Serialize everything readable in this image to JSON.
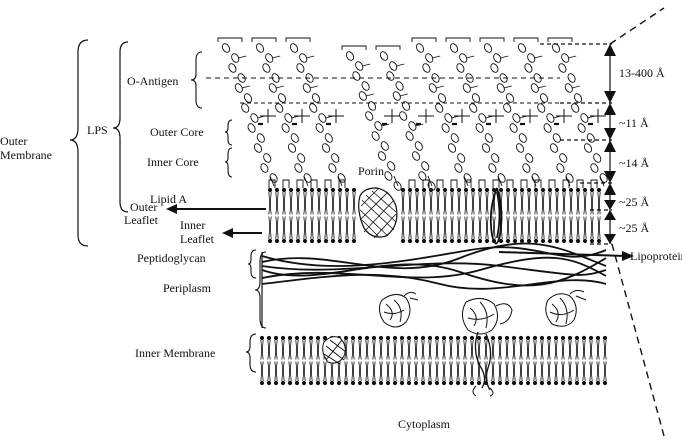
{
  "labels": {
    "outer_membrane": [
      "Outer",
      "Membrane"
    ],
    "lps": "LPS",
    "o_antigen": "O-Antigen",
    "outer_core": "Outer Core",
    "inner_core": "Inner Core",
    "lipid_a": "Lipid A",
    "porin": "Porin",
    "outer_leaflet": [
      "Outer",
      "Leaflet"
    ],
    "inner_leaflet": [
      "Inner",
      "Leaflet"
    ],
    "peptidoglycan": "Peptidoglycan",
    "periplasm": "Periplasm",
    "lipoprotein": "Lipoprotein",
    "inner_membrane": "Inner Membrane",
    "cytoplasm": "Cytoplasm"
  },
  "dimensions": [
    "13-400 Å",
    "~11 Å",
    "~14 Å",
    "~25 Å",
    "~25 Å"
  ]
}
